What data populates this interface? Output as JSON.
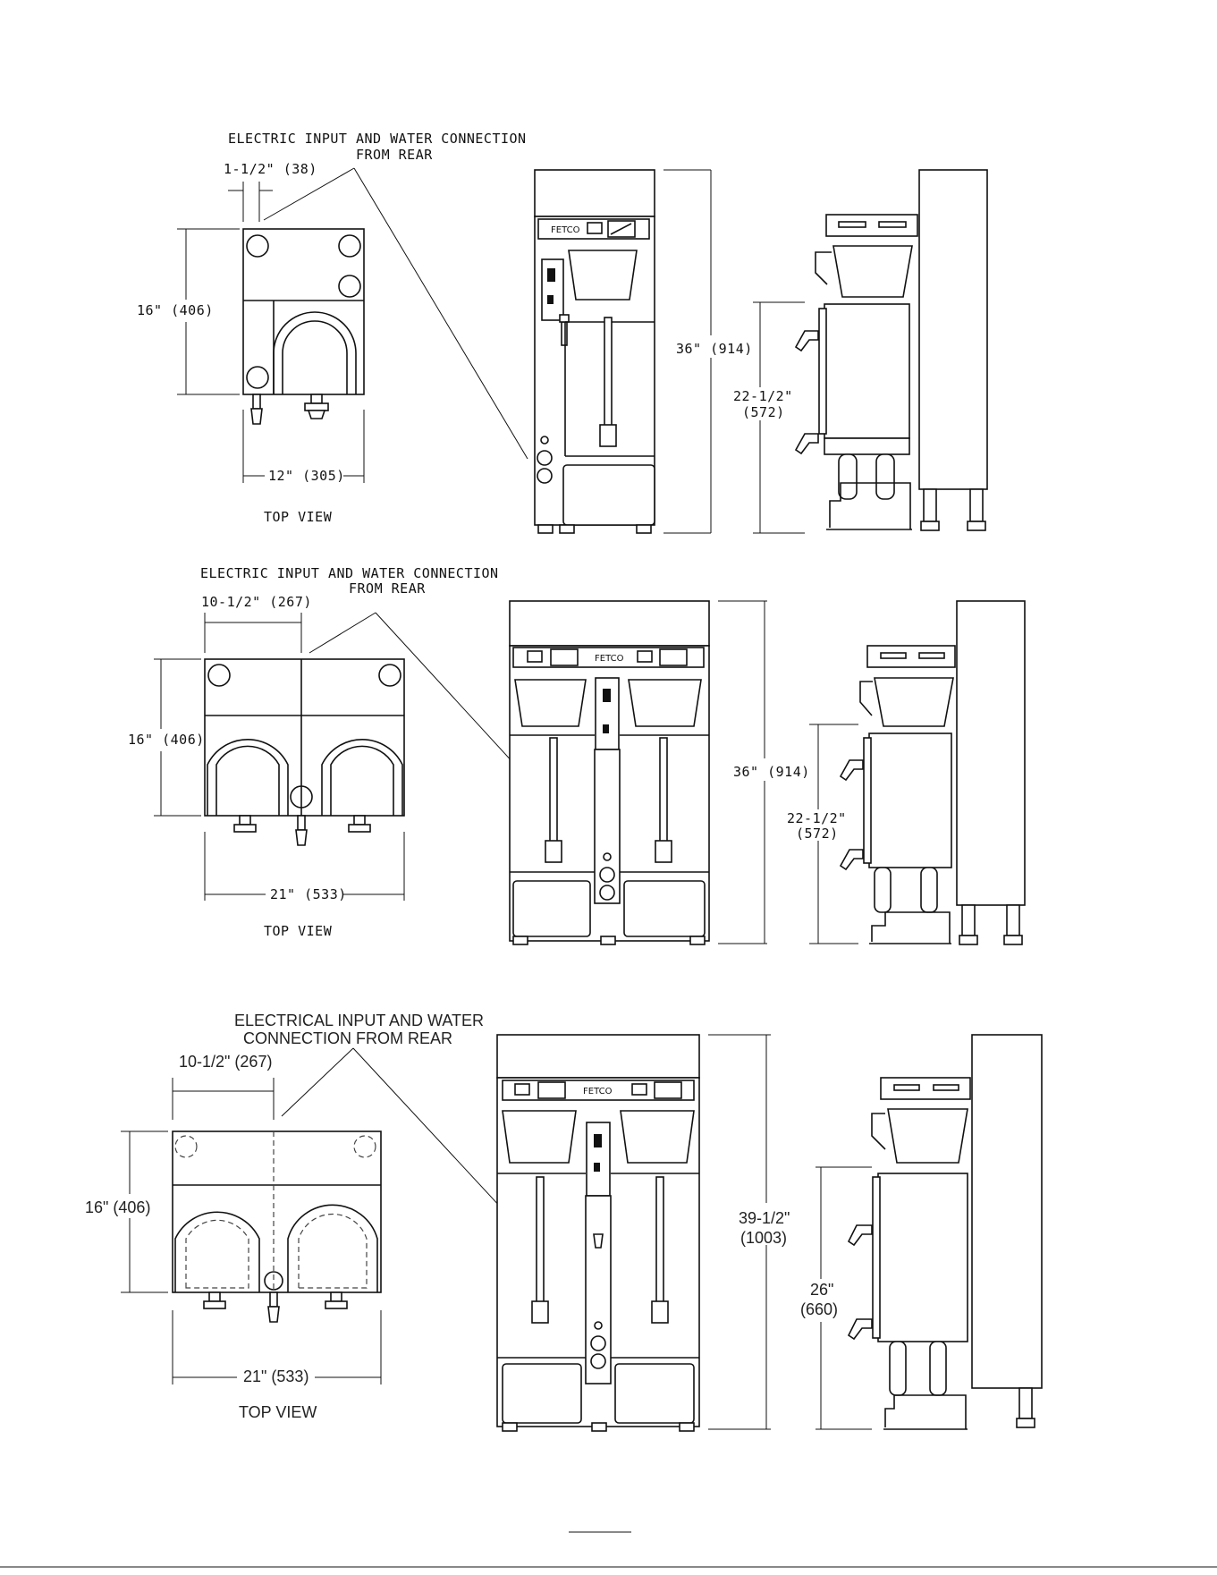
{
  "diagrams": [
    {
      "top_view_caption": "TOP VIEW",
      "connection_note_line1": "ELECTRIC INPUT AND WATER CONNECTION",
      "connection_note_line2": "FROM REAR",
      "offset_dim": "1-1/2\" (38)",
      "depth_dim": "16\" (406)",
      "width_dim": "12\" (305)",
      "height_dim": "36\" (914)",
      "faucet_dim_line1": "22-1/2\"",
      "faucet_dim_line2": "(572)",
      "brand": "FETCO"
    },
    {
      "top_view_caption": "TOP VIEW",
      "connection_note_line1": "ELECTRIC INPUT AND WATER CONNECTION",
      "connection_note_line2": "FROM REAR",
      "offset_dim": "10-1/2\" (267)",
      "depth_dim": "16\" (406)",
      "width_dim": "21\" (533)",
      "height_dim": "36\" (914)",
      "faucet_dim_line1": "22-1/2\"",
      "faucet_dim_line2": "(572)",
      "brand": "FETCO"
    },
    {
      "top_view_caption": "TOP VIEW",
      "connection_note_line1": "ELECTRICAL INPUT AND WATER",
      "connection_note_line2": "CONNECTION FROM REAR",
      "offset_dim": "10-1/2\" (267)",
      "depth_dim": "16\" (406)",
      "width_dim": "21\" (533)",
      "height_dim_line1": "39-1/2\"",
      "height_dim_line2": "(1003)",
      "faucet_dim_line1": "26\"",
      "faucet_dim_line2": "(660)",
      "brand": "FETCO"
    }
  ],
  "colors": {
    "ink": "#111111",
    "paper": "#ffffff"
  }
}
